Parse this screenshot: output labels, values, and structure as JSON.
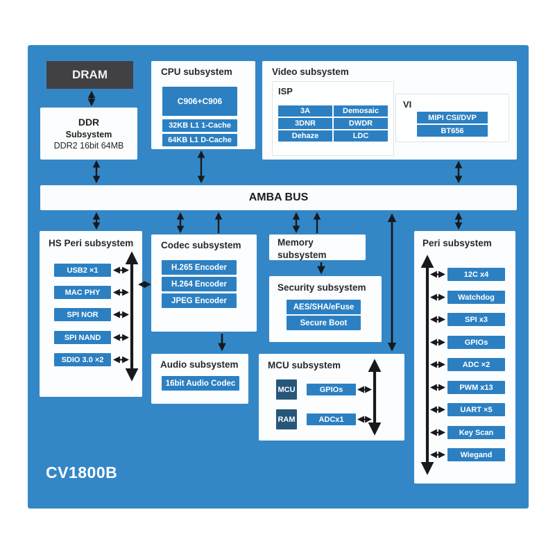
{
  "diagram": {
    "chip_name": "CV1800B",
    "dram_label": "DRAM",
    "ddr": {
      "line1": "DDR",
      "line2": "Subsystem",
      "line3": "DDR2 16bit 64MB"
    },
    "cpu": {
      "title": "CPU subsystem",
      "core": "C906+C906",
      "caches": [
        "32KB L1 1-Cache",
        "64KB L1 D-Cache"
      ]
    },
    "video": {
      "title": "Video subsystem",
      "isp_label": "ISP",
      "isp_cells": [
        "3A",
        "Demosaic",
        "3DNR",
        "DWDR",
        "Dehaze",
        "LDC"
      ],
      "vi_label": "VI",
      "vi_items": [
        "MIPI CSI/DVP",
        "BT656"
      ]
    },
    "amba_label": "AMBA BUS",
    "hs_peri": {
      "title": "HS Peri subsystem",
      "items": [
        "USB2 ×1",
        "MAC PHY",
        "SPI NOR",
        "SPI NAND",
        "SDIO 3.0 ×2"
      ]
    },
    "codec": {
      "title": "Codec subsystem",
      "items": [
        "H.265 Encoder",
        "H.264 Encoder",
        "JPEG Encoder"
      ]
    },
    "audio": {
      "title": "Audio subsystem",
      "item": "16bit Audio Codec"
    },
    "memory_title": "Memory subsystem",
    "security": {
      "title": "Security subsystem",
      "items": [
        "AES/SHA/eFuse",
        "Secure Boot"
      ]
    },
    "mcu": {
      "title": "MCU subsystem",
      "ram_blocks": [
        "MCU",
        "RAM"
      ],
      "io_blocks": [
        "GPIOs",
        "ADCx1"
      ]
    },
    "peri": {
      "title": "Peri subsystem",
      "items": [
        "12C x4",
        "Watchdog",
        "SPI x3",
        "GPIOs",
        "ADC ×2",
        "PWM x13",
        "UART ×5",
        "Key Scan",
        "Wiegand"
      ]
    },
    "colors": {
      "panel": "#3387c7",
      "block": "#2c80c2",
      "dark_block": "#414144",
      "mcu_block": "#26567a",
      "arrow": "#17191d"
    }
  }
}
